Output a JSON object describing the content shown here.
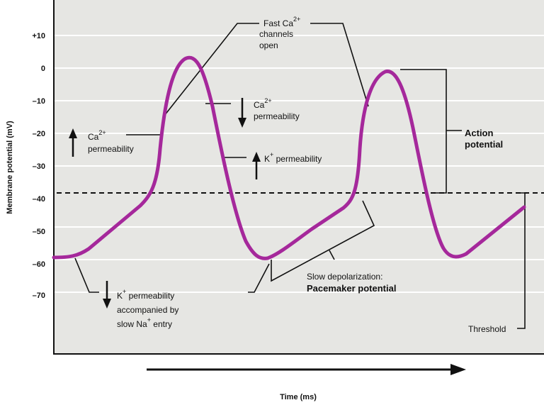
{
  "axes": {
    "ylabel": "Membrane potential (mV)",
    "xlabel": "Time (ms)",
    "yticks": [
      "+10",
      "0",
      "–10",
      "–20",
      "–30",
      "–40",
      "–50",
      "–60",
      "–70"
    ]
  },
  "annotations": {
    "fast_ca": {
      "line1_pre": "Fast Ca",
      "line1_sup": "2+",
      "line2": "channels",
      "line3": "open"
    },
    "ca_up": {
      "pre": "Ca",
      "sup": "2+",
      "line2": "permeability"
    },
    "ca_down": {
      "pre": "Ca",
      "sup": "2+",
      "line2": "permeability"
    },
    "k_up": {
      "pre": "K",
      "sup": "+",
      "post": " permeability"
    },
    "k_down": {
      "pre": "K",
      "sup": "+",
      "post": " permeability",
      "line2": "accompanied by",
      "line3_pre": "slow Na",
      "line3_sup": "+",
      "line3_post": " entry"
    },
    "action_potential": {
      "line1": "Action",
      "line2": "potential"
    },
    "pacemaker": {
      "line1": "Slow depolarization:",
      "line2": "Pacemaker potential"
    },
    "threshold": "Threshold"
  },
  "colors": {
    "trace": "#a5289b",
    "background": "#e6e6e3",
    "gridline": "#ffffff",
    "ink": "#111111"
  }
}
